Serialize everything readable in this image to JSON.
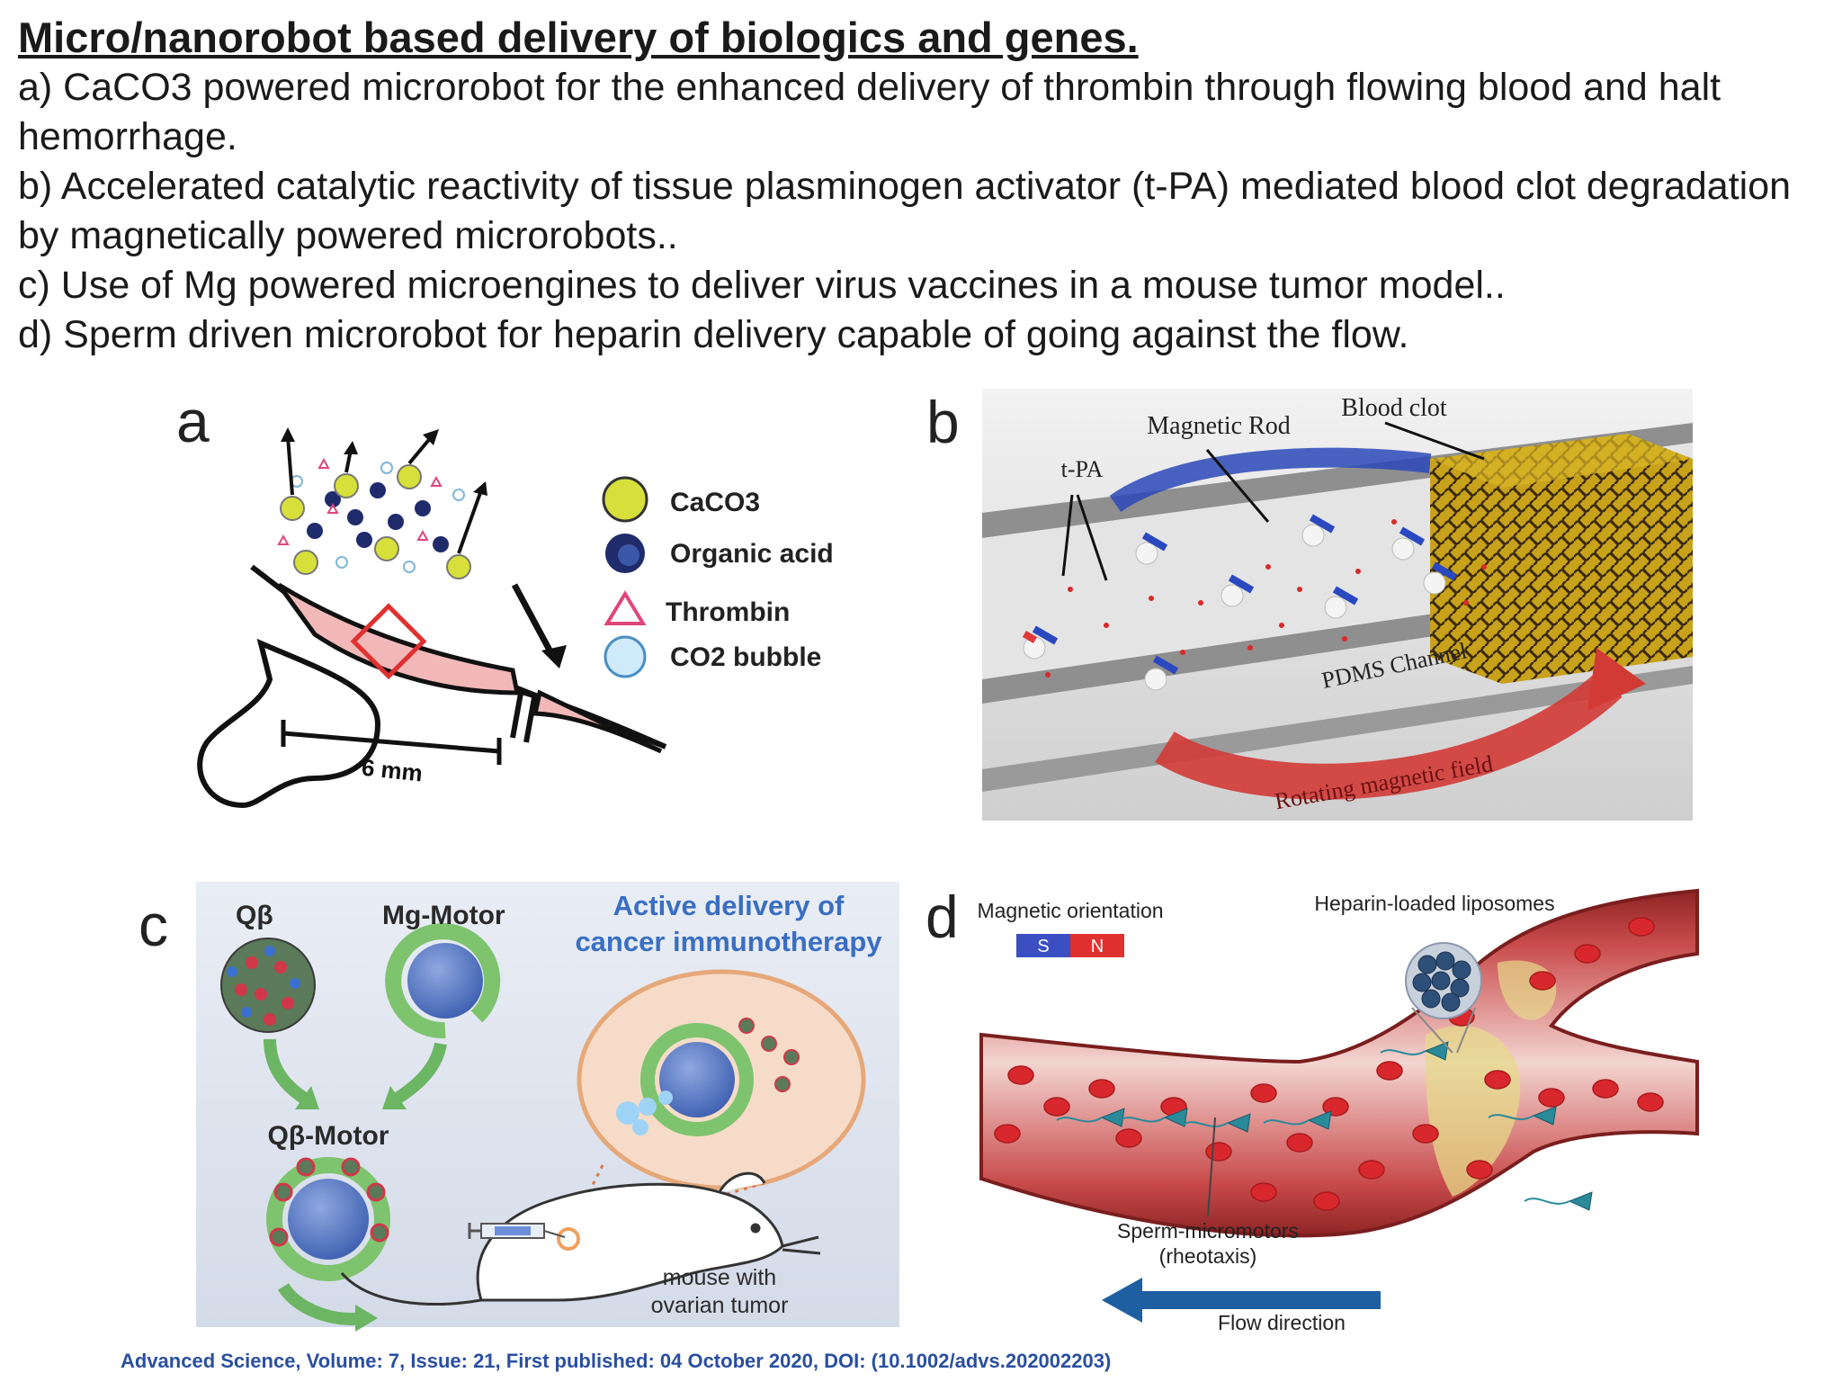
{
  "title": "Micro/nanorobot based delivery of biologics and genes.",
  "captions": [
    "a) CaCO3 powered microrobot for the enhanced delivery of thrombin through flowing blood and halt hemorrhage.",
    "b) Accelerated catalytic reactivity of tissue plasminogen activator (t-PA) mediated blood clot degradation by magnetically powered microrobots..",
    "c) Use of Mg powered microengines to deliver virus vaccines in a mouse tumor model..",
    "d) Sperm driven microrobot for heparin delivery capable of going against the flow."
  ],
  "panel_a": {
    "label": "a",
    "legend": [
      "CaCO3",
      "Organic acid",
      "Thrombin",
      "CO2 bubble"
    ],
    "scale": "6 mm"
  },
  "panel_b": {
    "label": "b",
    "magnetic_rod": "Magnetic Rod",
    "blood_clot": "Blood clot",
    "tpa": "t-PA",
    "channel": "PDMS Channel",
    "field": "Rotating magnetic field"
  },
  "panel_c": {
    "label": "c",
    "qbeta": "Qβ",
    "mg_motor": "Mg-Motor",
    "heading_line1": "Active delivery of",
    "heading_line2": "cancer immunotherapy",
    "qbeta_motor": "Qβ-Motor",
    "mouse_line1": "mouse with",
    "mouse_line2": "ovarian tumor"
  },
  "panel_d": {
    "label": "d",
    "liposomes": "Heparin-loaded liposomes",
    "orientation": "Magnetic orientation",
    "pole_s": "S",
    "pole_n": "N",
    "sperm_line1": "Sperm-micromotors",
    "sperm_line2": "(rheotaxis)",
    "flow": "Flow direction"
  },
  "citation": "Advanced Science, Volume: 7, Issue: 21, First published: 04 October 2020, DOI: (10.1002/advs.202002203)",
  "colors": {
    "caco3": "#d7e03a",
    "organic_acid": "#1f2b6b",
    "thrombin": "#e0457a",
    "bubble": "#a9d8f2",
    "tissue_pink": "#f2b8b8",
    "heading_blue": "#3a6ec2",
    "vessel_red": "#b83a3a",
    "flow_arrow": "#1d5fa0"
  }
}
